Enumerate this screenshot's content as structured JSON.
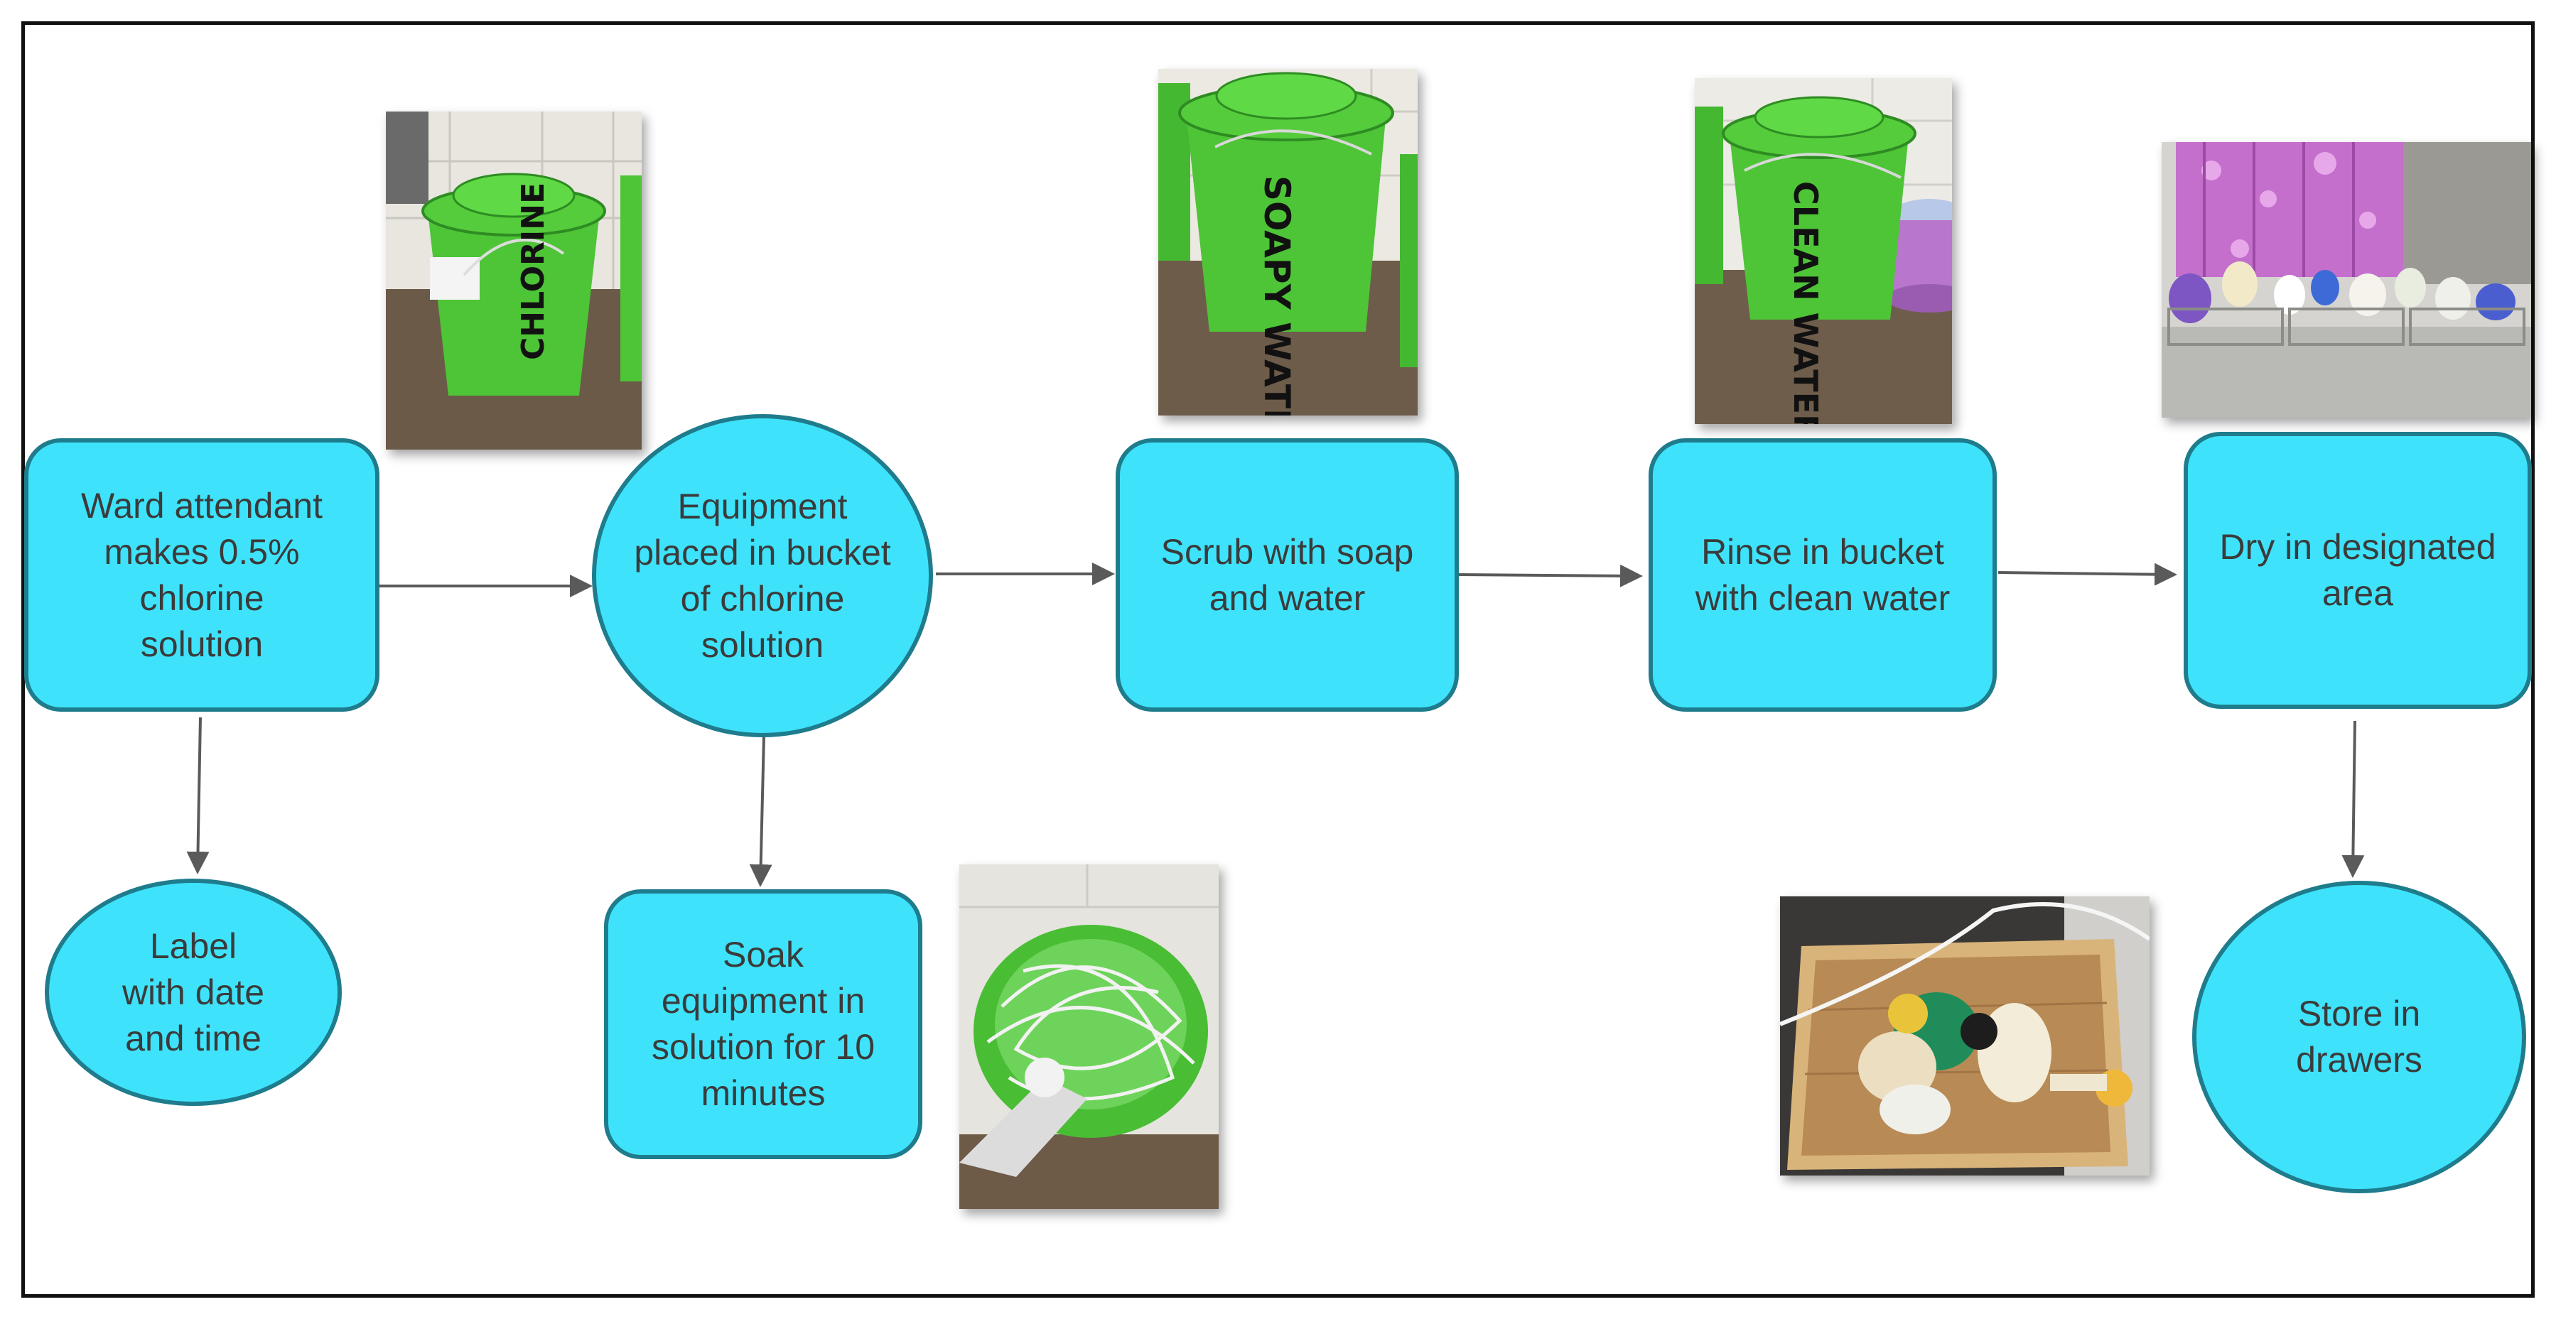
{
  "diagram": {
    "nodes": [
      {
        "id": "make-solution",
        "label": "Ward attendant\nmakes 0.5%\nchlorine\nsolution"
      },
      {
        "id": "label-date",
        "label": "Label\nwith date\nand time"
      },
      {
        "id": "place-equipment",
        "label": "Equipment\nplaced in bucket\nof chlorine\nsolution"
      },
      {
        "id": "soak",
        "label": "Soak\nequipment in\nsolution for 10\nminutes"
      },
      {
        "id": "scrub",
        "label": "Scrub with soap\nand water"
      },
      {
        "id": "rinse",
        "label": "Rinse in bucket\nwith clean water"
      },
      {
        "id": "dry",
        "label": "Dry in designated\narea"
      },
      {
        "id": "store",
        "label": "Store in\ndrawers"
      }
    ],
    "edges": [
      {
        "from": "make-solution",
        "to": "place-equipment"
      },
      {
        "from": "make-solution",
        "to": "label-date"
      },
      {
        "from": "place-equipment",
        "to": "scrub"
      },
      {
        "from": "place-equipment",
        "to": "soak"
      },
      {
        "from": "scrub",
        "to": "rinse"
      },
      {
        "from": "rinse",
        "to": "dry"
      },
      {
        "from": "dry",
        "to": "store"
      }
    ],
    "photos": [
      {
        "id": "chlorine-bucket-photo",
        "bucket_text": "CHLORINE"
      },
      {
        "id": "soapy-water-bucket-photo",
        "bucket_text": "SOAPY WATER"
      },
      {
        "id": "clean-water-bucket-photo",
        "bucket_text": "CLEAN WATER"
      },
      {
        "id": "drying-rack-photo"
      },
      {
        "id": "soaking-tubing-photo"
      },
      {
        "id": "resuscitator-tray-photo"
      }
    ],
    "colors": {
      "node_fill": "#3ee3fb",
      "node_border": "#1f7c8c",
      "arrow": "#5a5a5a",
      "bucket_green": "#4ec437"
    }
  }
}
